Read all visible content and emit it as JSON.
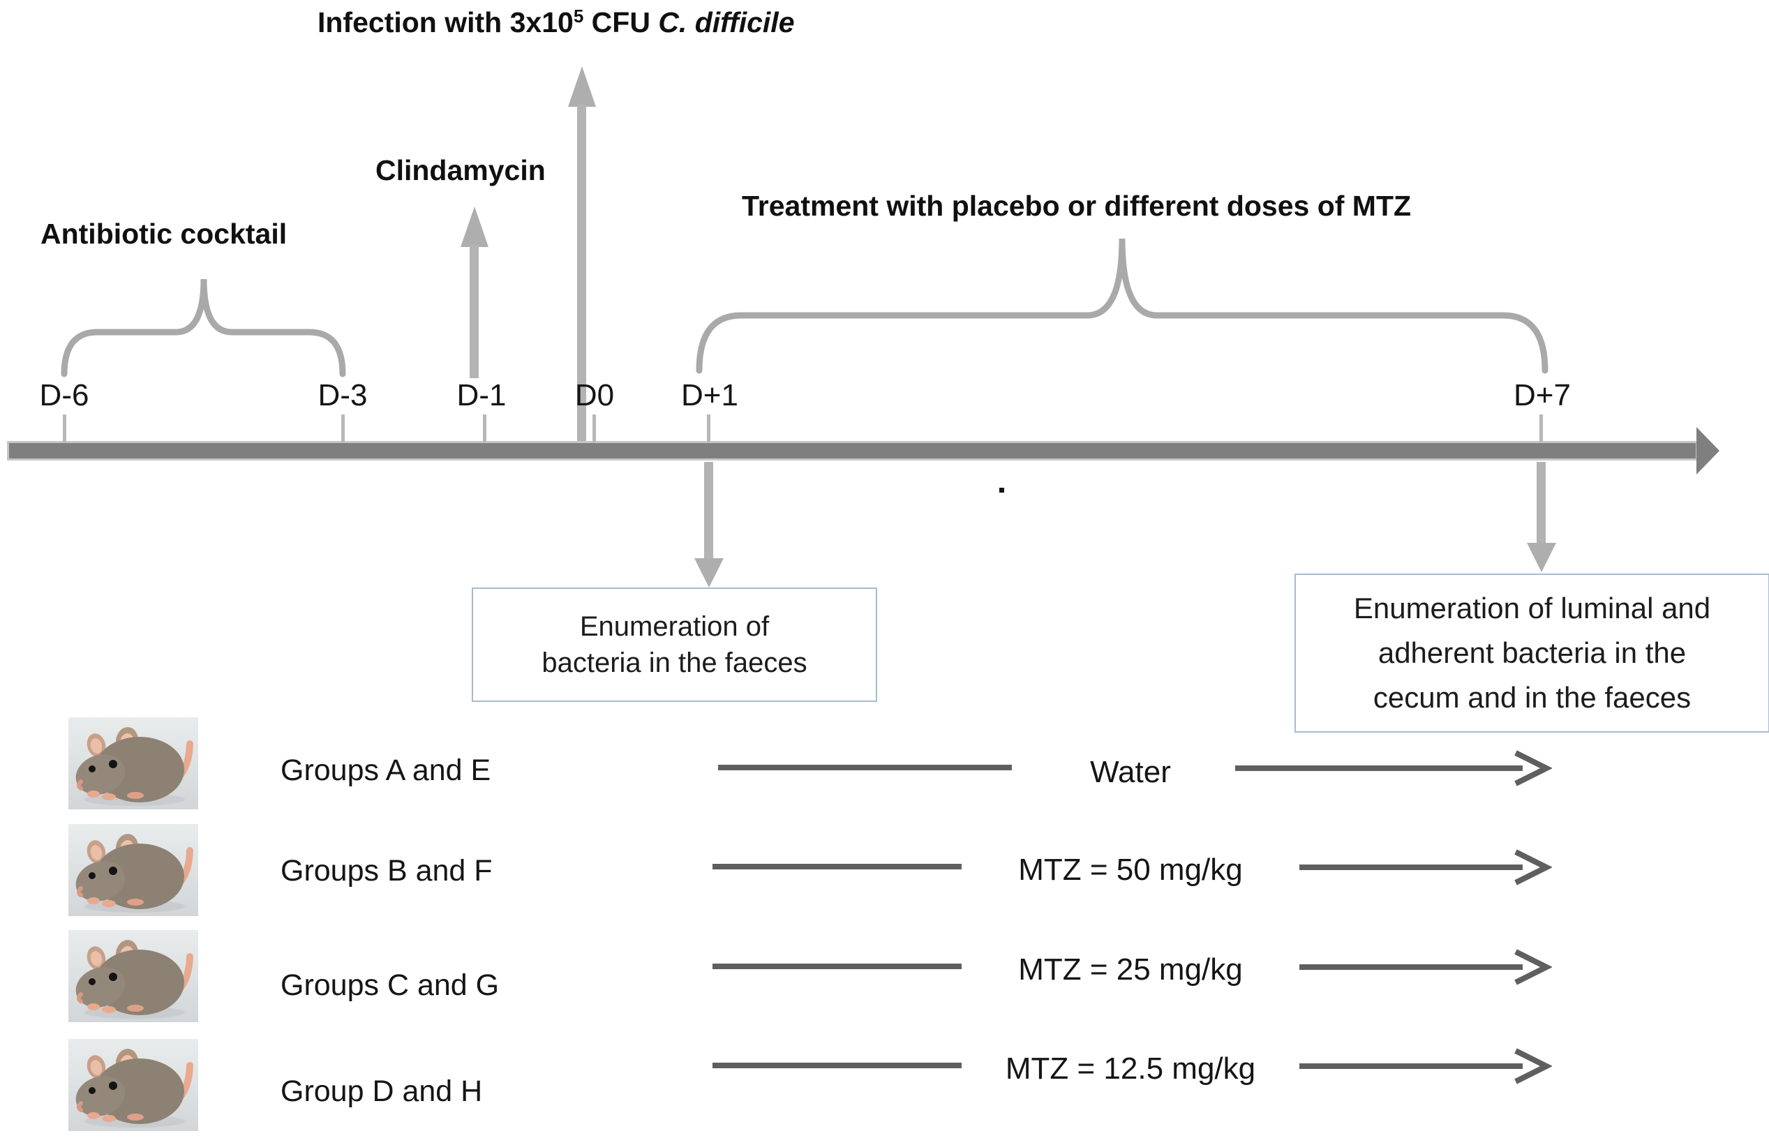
{
  "title": {
    "part1": "Infection with 3x10",
    "exponent": "5",
    "part2": " CFU ",
    "organism": "C. difficile"
  },
  "labels": {
    "antibiotic_cocktail": "Antibiotic cocktail",
    "clindamycin": "Clindamycin",
    "treatment": "Treatment with placebo or different doses of MTZ"
  },
  "timeline": {
    "ticks": [
      "D-6",
      "D-3",
      "D-1",
      "D0",
      "D+1",
      "D+7"
    ]
  },
  "boxes": {
    "day1": {
      "line1": "Enumeration of",
      "line2": "bacteria in the faeces"
    },
    "day7": {
      "line1": "Enumeration of luminal and",
      "line2": "adherent bacteria in the",
      "line3": "cecum and in the faeces"
    }
  },
  "groups": [
    {
      "label": "Groups A and E",
      "treatment": "Water"
    },
    {
      "label": "Groups B and F",
      "treatment": "MTZ = 50 mg/kg"
    },
    {
      "label": "Groups C and G",
      "treatment": "MTZ = 25 mg/kg"
    },
    {
      "label": "Group D and H",
      "treatment": "MTZ = 12.5 mg/kg"
    }
  ],
  "colors": {
    "timeline_gray": "#7f7f7f",
    "light_arrow_gray": "#b0b0b0",
    "brace_gray": "#a9a9a9",
    "row_arrow_gray": "#5f5f5f",
    "box_border_blue": "#a6bad0",
    "text_black": "#151515"
  }
}
